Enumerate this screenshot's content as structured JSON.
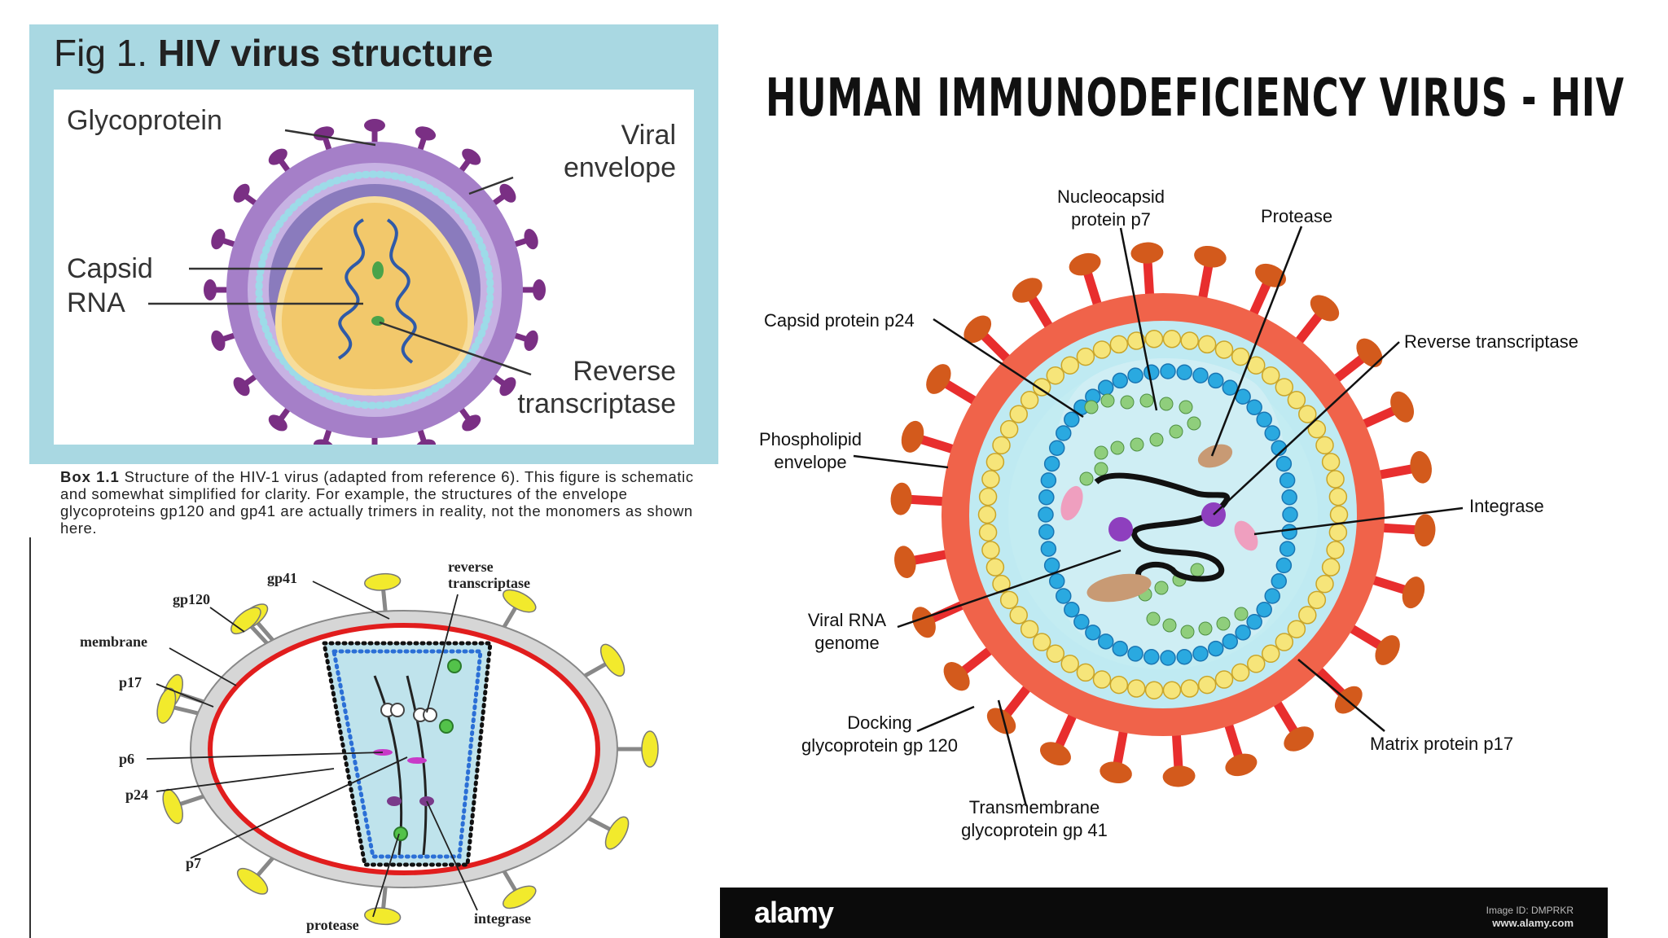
{
  "fig1": {
    "title_prefix": "Fig 1.",
    "title_main": "HIV virus structure",
    "labels": {
      "glycoprotein": "Glycoprotein",
      "viral": "Viral",
      "envelope": "envelope",
      "capsid": "Capsid",
      "rna": "RNA",
      "reverse": "Reverse",
      "transcriptase": "transcriptase"
    },
    "colors": {
      "background": "#a9d8e2",
      "envelope": "#a57fc8",
      "spikes": "#7a2f84",
      "capsid": "#f2c86b"
    }
  },
  "box_caption": {
    "label": "Box 1.1",
    "text": "Structure of the HIV-1 virus (adapted from reference 6). This figure is schematic and somewhat simplified for clarity. For example, the structures of the envelope glycoproteins gp120 and gp41 are actually trimers in reality, not the monomers as shown here."
  },
  "bottom_left": {
    "labels": {
      "gp41": "gp41",
      "gp120": "gp120",
      "reverse": "reverse",
      "transcriptase": "transcriptase",
      "membrane": "membrane",
      "p17": "p17",
      "p6": "p6",
      "p24": "p24",
      "p7": "p7",
      "protease": "protease",
      "integrase": "integrase"
    },
    "colors": {
      "membrane": "#e11d1d",
      "spikes": "#f2ea2c",
      "capsid": "#bfe3ec"
    }
  },
  "right": {
    "title": "HUMAN IMMUNODEFICIENCY VIRUS  -  HIV",
    "labels": {
      "nucleocapsid_1": "Nucleocapsid",
      "nucleocapsid_2": "protein p7",
      "protease": "Protease",
      "capsid_p24": "Capsid protein p24",
      "reverse_transcriptase": "Reverse transcriptase",
      "phospholipid_1": "Phospholipid",
      "phospholipid_2": "envelope",
      "integrase": "Integrase",
      "viral_rna_1": "Viral RNA",
      "viral_rna_2": "genome",
      "docking_1": "Docking",
      "docking_2": "glycoprotein gp 120",
      "matrix": "Matrix protein p17",
      "transmembrane_1": "Transmembrane",
      "transmembrane_2": "glycoprotein gp 41"
    },
    "colors": {
      "envelope": "#f0634a",
      "spike_head": "#d35a1c",
      "matrix": "#f6e57a",
      "interior": "#c3ecf2",
      "capsid": "#2aa9e0",
      "rna_beads": "#8fce7c"
    }
  },
  "watermark": {
    "logo": "alamy",
    "image_id": "Image ID: DMPRKR",
    "url": "www.alamy.com"
  }
}
